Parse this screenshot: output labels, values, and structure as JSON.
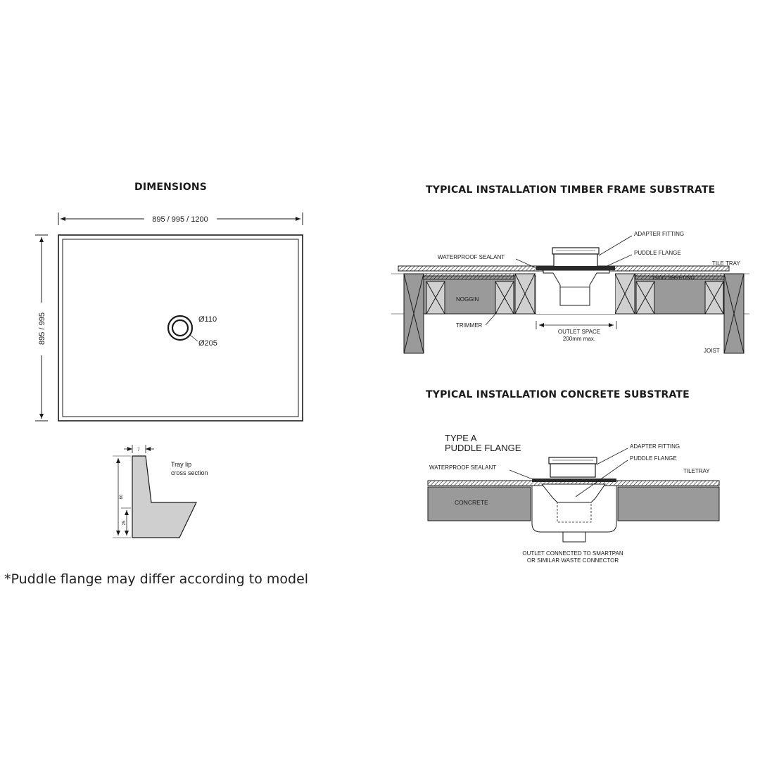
{
  "dimensions": {
    "heading": "DIMENSIONS",
    "width_label": "895 / 995 / 1200",
    "height_label": "895 / 995",
    "inner_diameter": "Ø110",
    "outer_diameter": "Ø205"
  },
  "lip_section": {
    "top_width": "7",
    "height_total": "60",
    "height_lower": "25",
    "caption_line1": "Tray lip",
    "caption_line2": "cross section"
  },
  "footnote": "*Puddle flange may differ according to model",
  "timber": {
    "heading": "TYPICAL INSTALLATION TIMBER FRAME SUBSTRATE",
    "adapter_fitting": "ADAPTER FITTING",
    "puddle_flange": "PUDDLE FLANGE",
    "waterproof_sealant": "WATERPROOF SEALANT",
    "tile_tray": "TILE TRAY",
    "sheeting": "19mm SHEETING",
    "noggin": "NOGGIN",
    "trimmer": "TRIMMER",
    "outlet_space_line1": "OUTLET SPACE",
    "outlet_space_line2": "200mm max.",
    "joist": "JOIST"
  },
  "concrete": {
    "heading": "TYPICAL INSTALLATION CONCRETE SUBSTRATE",
    "type_line1": "TYPE A",
    "type_line2": "PUDDLE FLANGE",
    "adapter_fitting": "ADAPTER FITTING",
    "puddle_flange": "PUDDLE FLANGE",
    "waterproof_sealant": "WATERPROOF SEALANT",
    "tile_tray": "TILETRAY",
    "concrete": "CONCRETE",
    "outlet_line1": "OUTLET CONNECTED TO SMARTPAN",
    "outlet_line2": "OR SIMILAR WASTE CONNECTOR"
  },
  "colors": {
    "line": "#1a1a1a",
    "fill_grey": "#9a9a9a",
    "fill_light": "#c8c8c8"
  }
}
